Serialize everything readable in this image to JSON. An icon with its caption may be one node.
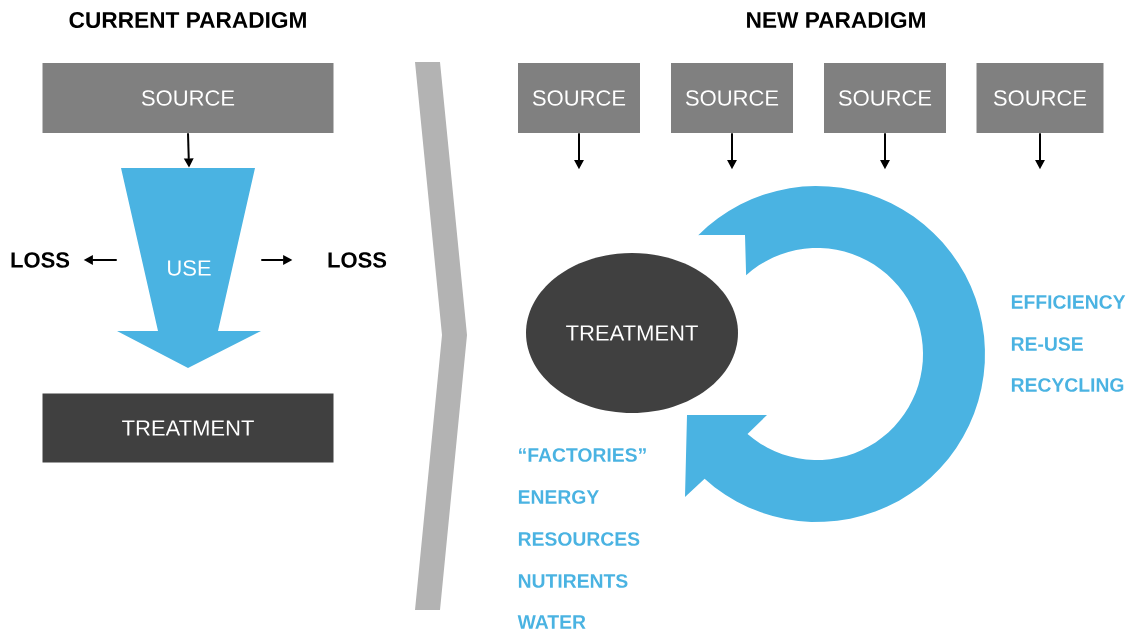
{
  "diagram": {
    "nodes": [
      {
        "text": [
          "SOURCE"
        ]
      },
      {
        "text": [
          "USE"
        ]
      },
      {
        "text": [
          "TREATMENT"
        ]
      },
      {
        "text": [
          "LOSS"
        ]
      },
      {
        "text": [
          "LOSS"
        ]
      },
      {
        "text": [
          "SOURCE"
        ]
      },
      {
        "text": [
          "SOURCE"
        ]
      },
      {
        "text": [
          "SOURCE"
        ]
      },
      {
        "text": [
          "SOURCE"
        ]
      },
      {
        "text": [
          "TREATMENT"
        ]
      },
      {
        "text": [],
        "shape": "chevron"
      }
    ],
    "edges": [
      {
        "from": 0,
        "to": 1,
        "arrow": "to"
      },
      {
        "from": 1,
        "to": 3,
        "arrow": "to"
      },
      {
        "from": 1,
        "to": 4,
        "arrow": "to"
      },
      {
        "from": 5,
        "to": null,
        "arrow": "to"
      },
      {
        "from": 6,
        "to": null,
        "arrow": "to"
      },
      {
        "from": 7,
        "to": null,
        "arrow": "to"
      },
      {
        "from": 8,
        "to": null,
        "arrow": "to"
      }
    ],
    "labels": [
      "CURRENT PARADIGM",
      "NEW PARADIGM",
      "EFFICIENCY",
      "RE-USE",
      "RECYCLING",
      "“FACTORIES”",
      "ENERGY",
      "RESOURCES",
      "NUTIRENTS",
      "WATER"
    ]
  }
}
